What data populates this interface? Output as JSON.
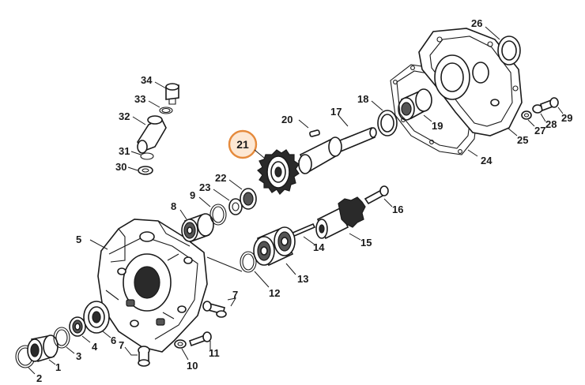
{
  "diagram": {
    "highlighted_part": "21",
    "highlight_color": "#e58a3c",
    "callouts": {
      "c1": "1",
      "c2": "2",
      "c3": "3",
      "c4": "4",
      "c5": "5",
      "c6": "6",
      "c7a": "7",
      "c7b": "7",
      "c8": "8",
      "c9": "9",
      "c10": "10",
      "c11": "11",
      "c12": "12",
      "c13": "13",
      "c14": "14",
      "c15": "15",
      "c16": "16",
      "c17": "17",
      "c18": "18",
      "c19": "19",
      "c20": "20",
      "c21": "21",
      "c22": "22",
      "c23": "23",
      "c24": "24",
      "c25": "25",
      "c26": "26",
      "c27": "27",
      "c28": "28",
      "c29": "29",
      "c30": "30",
      "c31": "31",
      "c32": "32",
      "c33": "33",
      "c34": "34"
    }
  }
}
